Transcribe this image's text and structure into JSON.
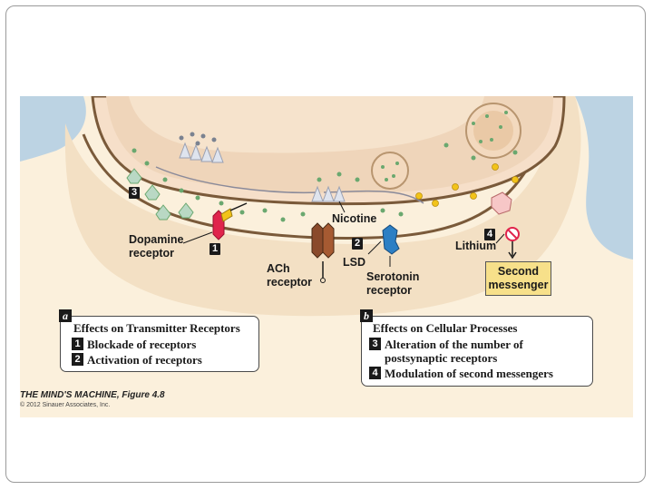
{
  "labels": {
    "nicotine": "Nicotine",
    "dopamine": "Dopamine",
    "dopamine2": "receptor",
    "ach": "ACh",
    "ach2": "receptor",
    "lsd": "LSD",
    "serotonin": "Serotonin",
    "serotonin2": "receptor",
    "lithium": "Lithium",
    "second": "Second",
    "messenger": "messenger"
  },
  "markers": {
    "n1": "1",
    "n2": "2",
    "n3": "3",
    "n4": "4"
  },
  "panel_a": {
    "letter": "a",
    "title": "Effects on Transmitter Receptors",
    "items": [
      {
        "num": "1",
        "text": "Blockade of receptors"
      },
      {
        "num": "2",
        "text": "Activation of receptors"
      }
    ]
  },
  "panel_b": {
    "letter": "b",
    "title": "Effects on Cellular Processes",
    "items": [
      {
        "num": "3",
        "text": "Alteration of the number of"
      },
      {
        "num": "",
        "text": "postsynaptic receptors"
      },
      {
        "num": "4",
        "text": "Modulation of second messengers"
      }
    ]
  },
  "credit": {
    "line1": "THE MIND'S MACHINE, Figure 4.8",
    "line2": "© 2012 Sinauer Associates, Inc."
  },
  "colors": {
    "terminal": "#f6dfc9",
    "postsynaptic": "#fbf0dc",
    "membrane": "#7a5a3a",
    "glia": "#bcd3e3",
    "vesicle_green": "#b9d8c4",
    "dot_green": "#6aa86f",
    "dot_yellow": "#f2c319",
    "dopamine_receptor": "#e0244c",
    "ach_receptor": "#8a4a2b",
    "serotonin_receptor": "#2c7fc4",
    "second_messenger_box": "#f7e08a"
  }
}
